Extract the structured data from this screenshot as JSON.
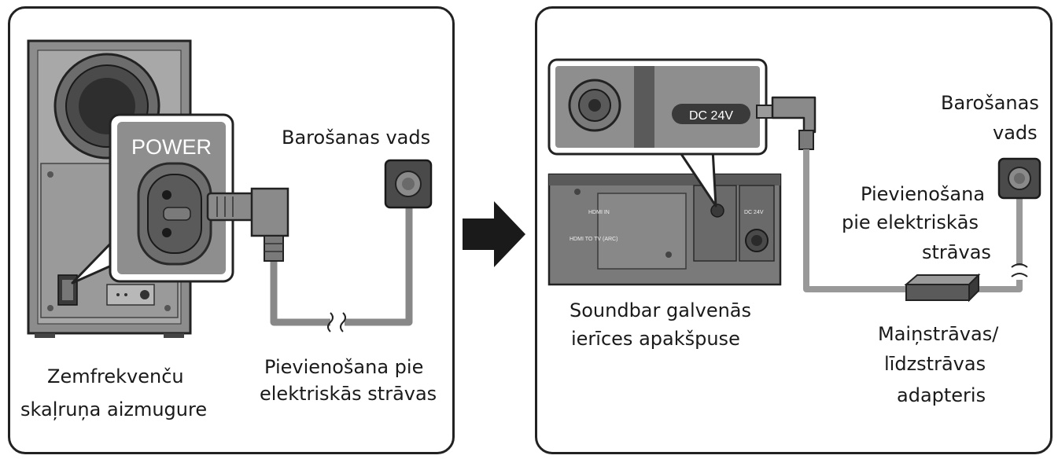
{
  "left_panel": {
    "power_label": "POWER",
    "cord_label": "Barošanas vads",
    "outlet_label_line1": "Pievienošana pie",
    "outlet_label_line2": "elektriskās strāvas",
    "subwoofer_label_line1": "Zemfrekvenču",
    "subwoofer_label_line2": "skaļruņa aizmugure"
  },
  "right_panel": {
    "dc_label": "DC 24V",
    "cord_label_line1": "Barošanas",
    "cord_label_line2": "vads",
    "outlet_label_line1": "Pievienošana",
    "outlet_label_line2": "pie elektriskās",
    "outlet_label_line3": "strāvas",
    "soundbar_label_line1": "Soundbar galvenās",
    "soundbar_label_line2": "ierīces apakšpuse",
    "adapter_label_line1": "Maiņstrāvas/",
    "adapter_label_line2": "līdzstrāvas",
    "adapter_label_line3": "adapteris",
    "port_label_hdmi_in": "HDMI IN",
    "port_label_hdmi_tv": "HDMI TO TV (ARC)",
    "port_label_dc": "DC 24V"
  }
}
